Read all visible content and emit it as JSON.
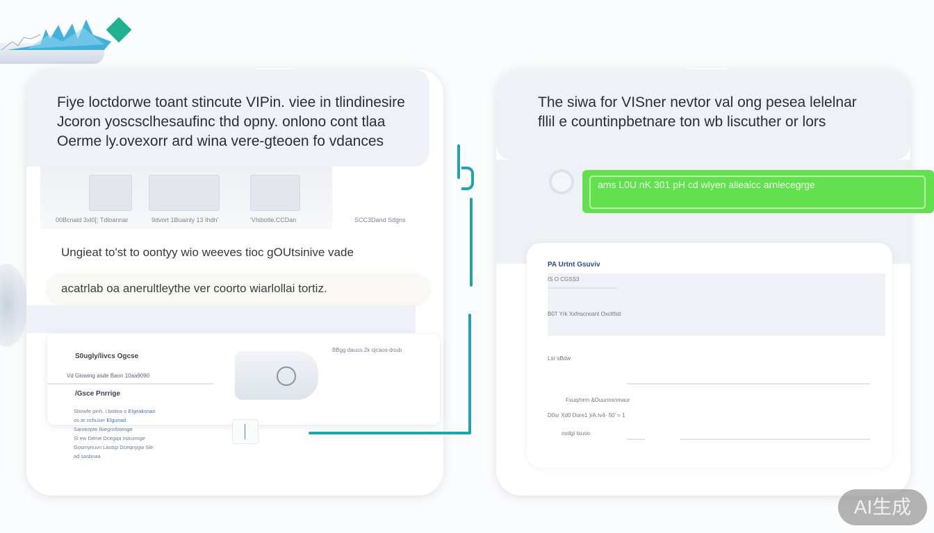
{
  "logo": {
    "icon": "waveform-logo-icon",
    "accent": "#1fb08f",
    "wave_color": "#2fa9d6"
  },
  "left_panel": {
    "heading_lines": [
      "Fiye loctdorwe toant stincute VIPin. viee in tlindinesire",
      "Jcoron yoscsclhesaufinc thd opny. onlono cont tlaa",
      "Oerme ly.ovexorr ard wina vere-gteoen fo vdances"
    ],
    "shelf_labels": [
      "00Bcnaid 3xl0[; Tdloannar",
      "9dvort 1Buainly 13 Ihdn'",
      "'VIsbotle.CCDan",
      "SCC3Dand Sdgns"
    ],
    "paragraph": "Ungieat to'st to oontyy wio weeves tioc gOUtsinive vade",
    "pill_text": "acatrlab oa anerultleythe ver coorto wiarlollai tortiz.",
    "inner_card": {
      "title": "S0ugly/livcs Ogcse",
      "subtitle": "Vd Glowing asde Baon 10aa9090",
      "section": "/Gsce Pnrrige",
      "note": "BBgg dauus.2k ojcaos-doub",
      "list": [
        {
          "text": "Sbowfe pinh. i bodea o ",
          "link": "Elgeaksnan"
        },
        {
          "text": "os ar nchuser ",
          "link": "Elgunad"
        },
        {
          "text": "Sarveopte Ilsegnsfoienge",
          "link": ""
        },
        {
          "text": "Sl ew Deme Dcegqa nskunnge",
          "link": ""
        },
        {
          "text": "Gosmynuvn Lastsp Dceqnygw Sle",
          "link": ""
        },
        {
          "text": "ad sasbnaa",
          "link": ""
        }
      ]
    }
  },
  "right_panel": {
    "heading_lines": [
      "The siwa for VISner nevtor val ong pesea lelelnar",
      "fllil e countinpbetnare ton wb liscuther or lors"
    ],
    "green_message": "ams L0U nK 301 pH cd wlyen alieaicc arnlecegrge",
    "form": {
      "title": "PA Urtnt Gsuviv",
      "field1_label": "IS O CGSS3",
      "field2_label": "B0T Yrk Xxfnscnosnt Oxcltfstt",
      "section_label": "Lsr sBdw",
      "rows": [
        "Fsuq/nrrn &Ouunnsnmaur",
        "D0sr Xd0 Dore1 )/A.Iv4- 50' = 1",
        "ovdgl tsuoo"
      ]
    }
  },
  "watermark": {
    "label": "AI生成"
  },
  "colors": {
    "teal_connector": "#21a3ad",
    "green_message": "#63e04f",
    "form_title": "#2e4a8a"
  }
}
